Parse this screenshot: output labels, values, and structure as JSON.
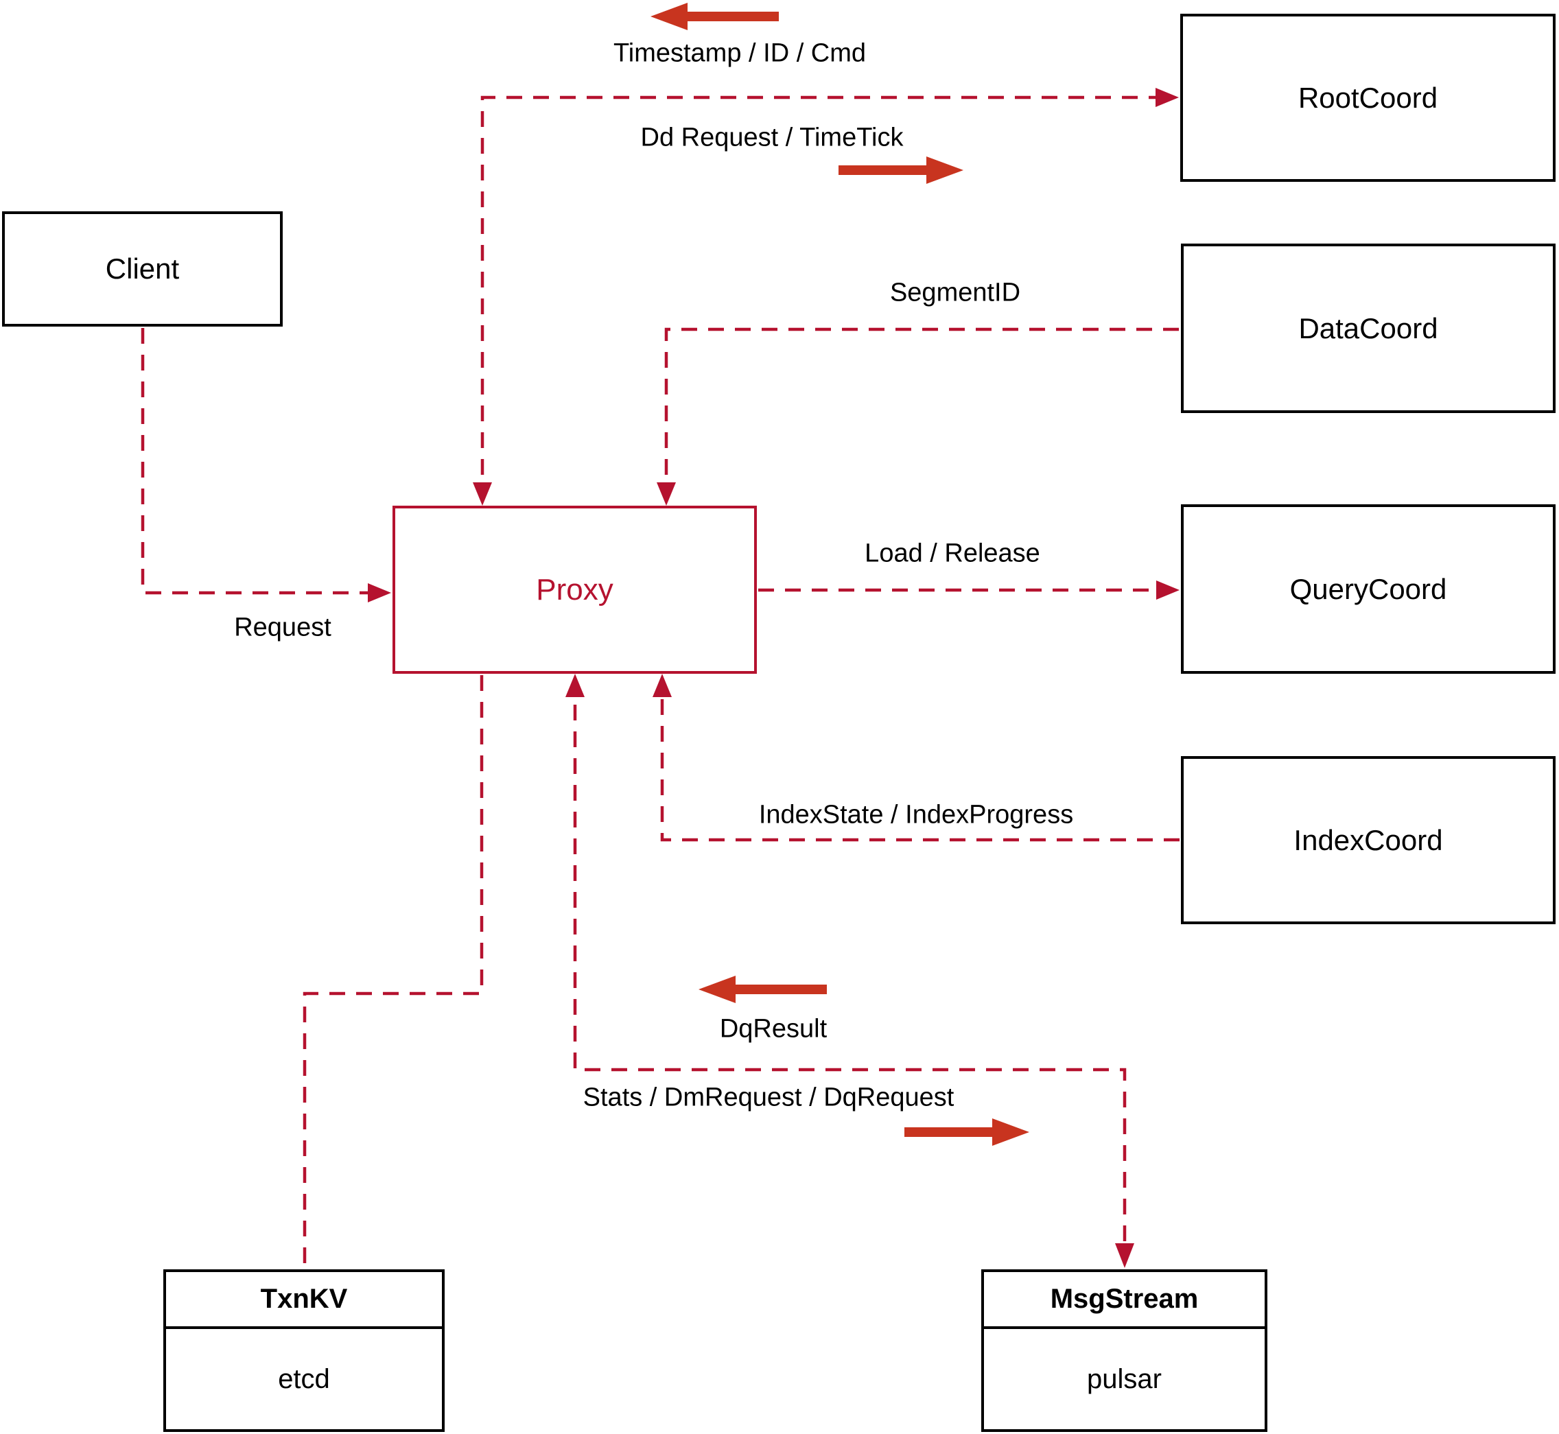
{
  "diagram": {
    "title_hint": "Proxy interaction diagram",
    "nodes": {
      "client": "Client",
      "proxy": "Proxy",
      "rootcoord": "RootCoord",
      "datacoord": "DataCoord",
      "querycoord": "QueryCoord",
      "indexcoord": "IndexCoord",
      "txnkv": {
        "title": "TxnKV",
        "subtitle": "etcd"
      },
      "msgstream": {
        "title": "MsgStream",
        "subtitle": "pulsar"
      }
    },
    "edge_labels": {
      "timestamp": "Timestamp / ID / Cmd",
      "dd_request": "Dd Request / TimeTick",
      "segment_id": "SegmentID",
      "load_release": "Load / Release",
      "index_state": "IndexState / IndexProgress",
      "dq_result": "DqResult",
      "stats": "Stats / DmRequest / DqRequest",
      "request": "Request"
    },
    "colors": {
      "dashed_line": "#b5122f",
      "direction_arrow": "#c8341f",
      "box_border": "#000000",
      "text": "#000000",
      "proxy_accent": "#b5122f",
      "background": "#ffffff"
    }
  }
}
